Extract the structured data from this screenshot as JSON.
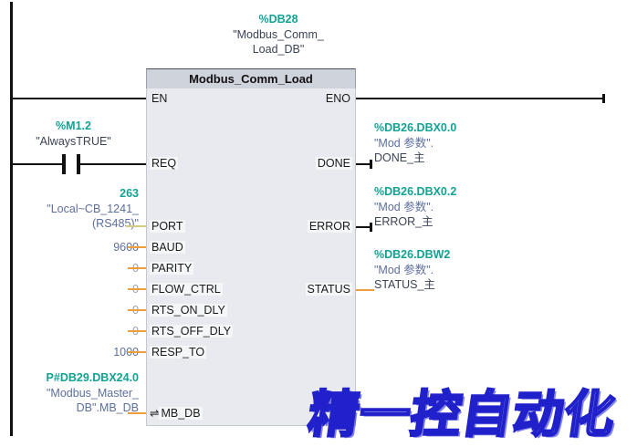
{
  "block": {
    "title": "Modbus_Comm_Load",
    "instance": {
      "address": "%DB28",
      "name_line1": "\"Modbus_Comm_",
      "name_line2": "Load_DB\""
    },
    "left_pins": [
      "EN",
      "REQ",
      "PORT",
      "BAUD",
      "PARITY",
      "FLOW_CTRL",
      "RTS_ON_DLY",
      "RTS_OFF_DLY",
      "RESP_TO",
      "MB_DB"
    ],
    "right_pins": [
      "ENO",
      "DONE",
      "ERROR",
      "STATUS"
    ],
    "inout_symbol": "⇌"
  },
  "operands": {
    "req": {
      "address": "%M1.2",
      "name": "\"AlwaysTRUE\""
    },
    "port": {
      "value": "263",
      "name_line1": "\"Local~CB_1241_",
      "name_line2": "(RS485)\""
    },
    "baud": "9600",
    "parity": "0",
    "flow_ctrl": "0",
    "rts_on_dly": "0",
    "rts_off_dly": "0",
    "resp_to": "1000",
    "mb_db": {
      "address": "P#DB29.DBX24.0",
      "name_line1": "\"Modbus_Master_",
      "name_line2": "DB\".MB_DB"
    },
    "done": {
      "address": "%DB26.DBX0.0",
      "name": "\"Mod 参数\".",
      "member": "DONE_主"
    },
    "error": {
      "address": "%DB26.DBX0.2",
      "name": "\"Mod 参数\".",
      "member": "ERROR_主"
    },
    "status": {
      "address": "%DB26.DBW2",
      "name": "\"Mod 参数\".",
      "member": "STATUS_主"
    }
  },
  "watermark": {
    "text": "精一控自动化",
    "color": "#2121CC"
  },
  "colors": {
    "address_teal": "#12A294",
    "operand_blue": "#5E6F9E",
    "default_gray": "#97A0B2",
    "wire_orange": "#ED9D3C",
    "wire_olive": "#D5CB7E",
    "block_header": "#CFD3DB",
    "block_body": "#E8EAEF"
  }
}
